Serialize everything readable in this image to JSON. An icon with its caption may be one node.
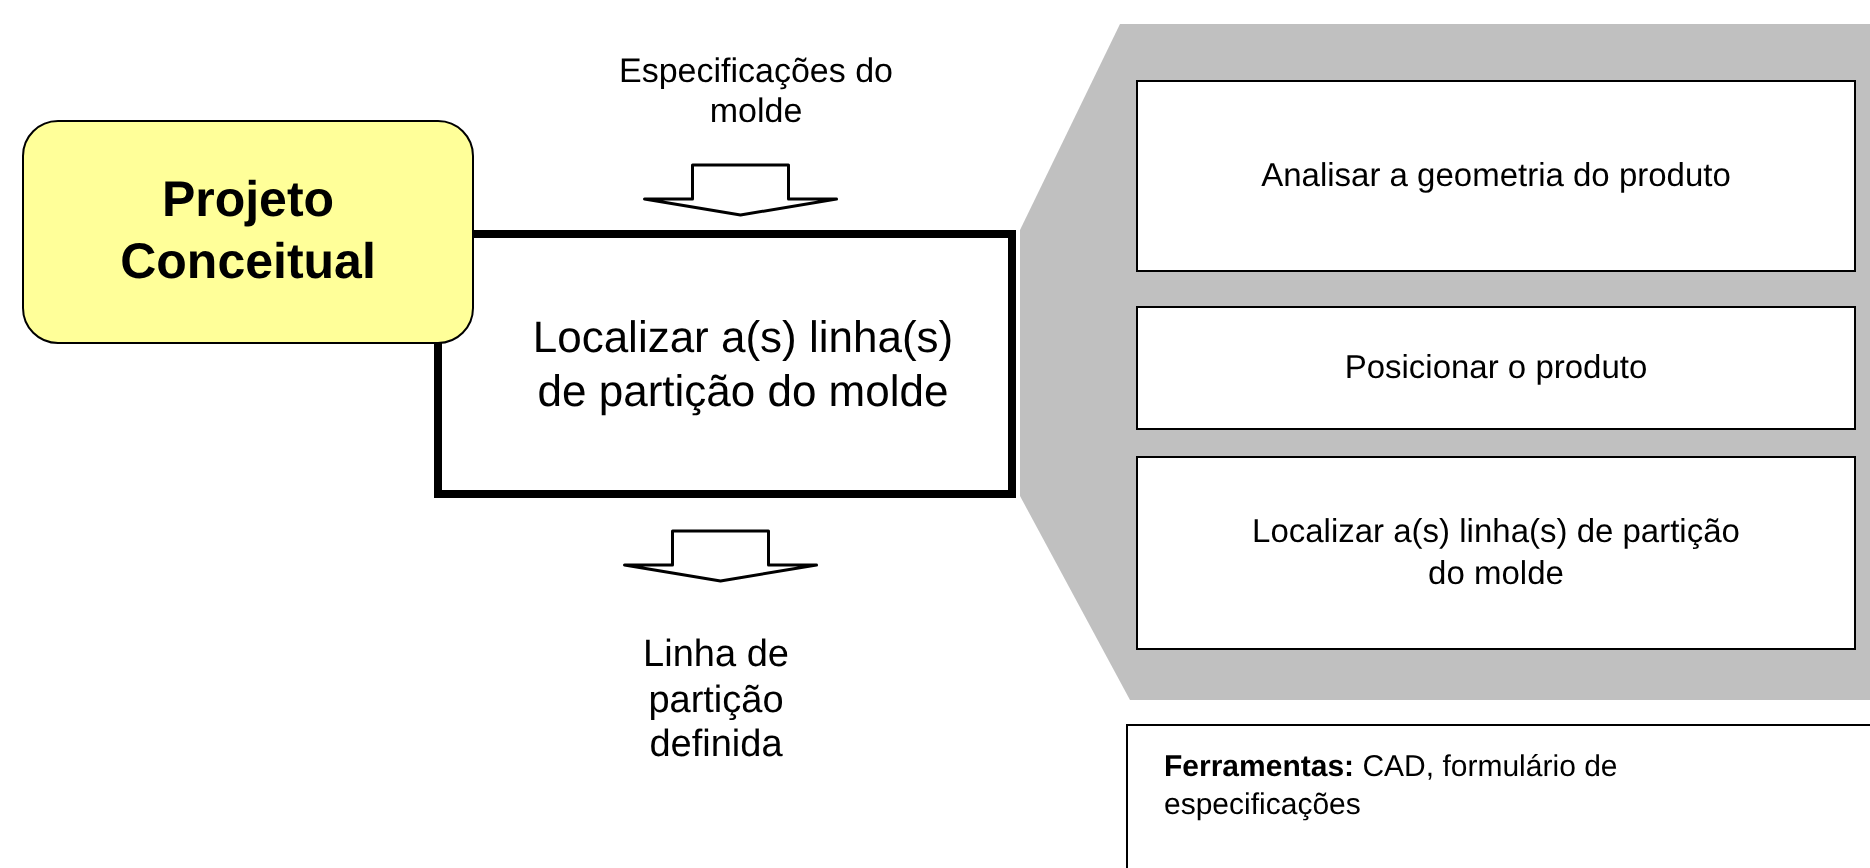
{
  "diagram": {
    "nodes": [
      {
        "text": [
          "Projeto Conceitual"
        ]
      },
      {
        "text": [
          "Especificações do molde"
        ]
      },
      {
        "text": [
          "Localizar a(s) linha(s) de partição do molde"
        ]
      },
      {
        "text": [
          "Linha de partição definida"
        ]
      },
      {
        "text": [],
        "shape": "band"
      },
      {
        "text": [
          "Analisar a geometria do produto"
        ],
        "in": 4
      },
      {
        "text": [
          "Posicionar o produto"
        ],
        "in": 4
      },
      {
        "text": [
          "Localizar a(s) linha(s) de partição do molde"
        ],
        "in": 4
      },
      {
        "text": [
          "**Ferramentas:** CAD, formulário de especificações"
        ]
      }
    ],
    "edges": [
      {
        "from": 1,
        "to": 2,
        "arrow": "to"
      },
      {
        "from": 2,
        "to": 3,
        "arrow": "to"
      }
    ]
  }
}
